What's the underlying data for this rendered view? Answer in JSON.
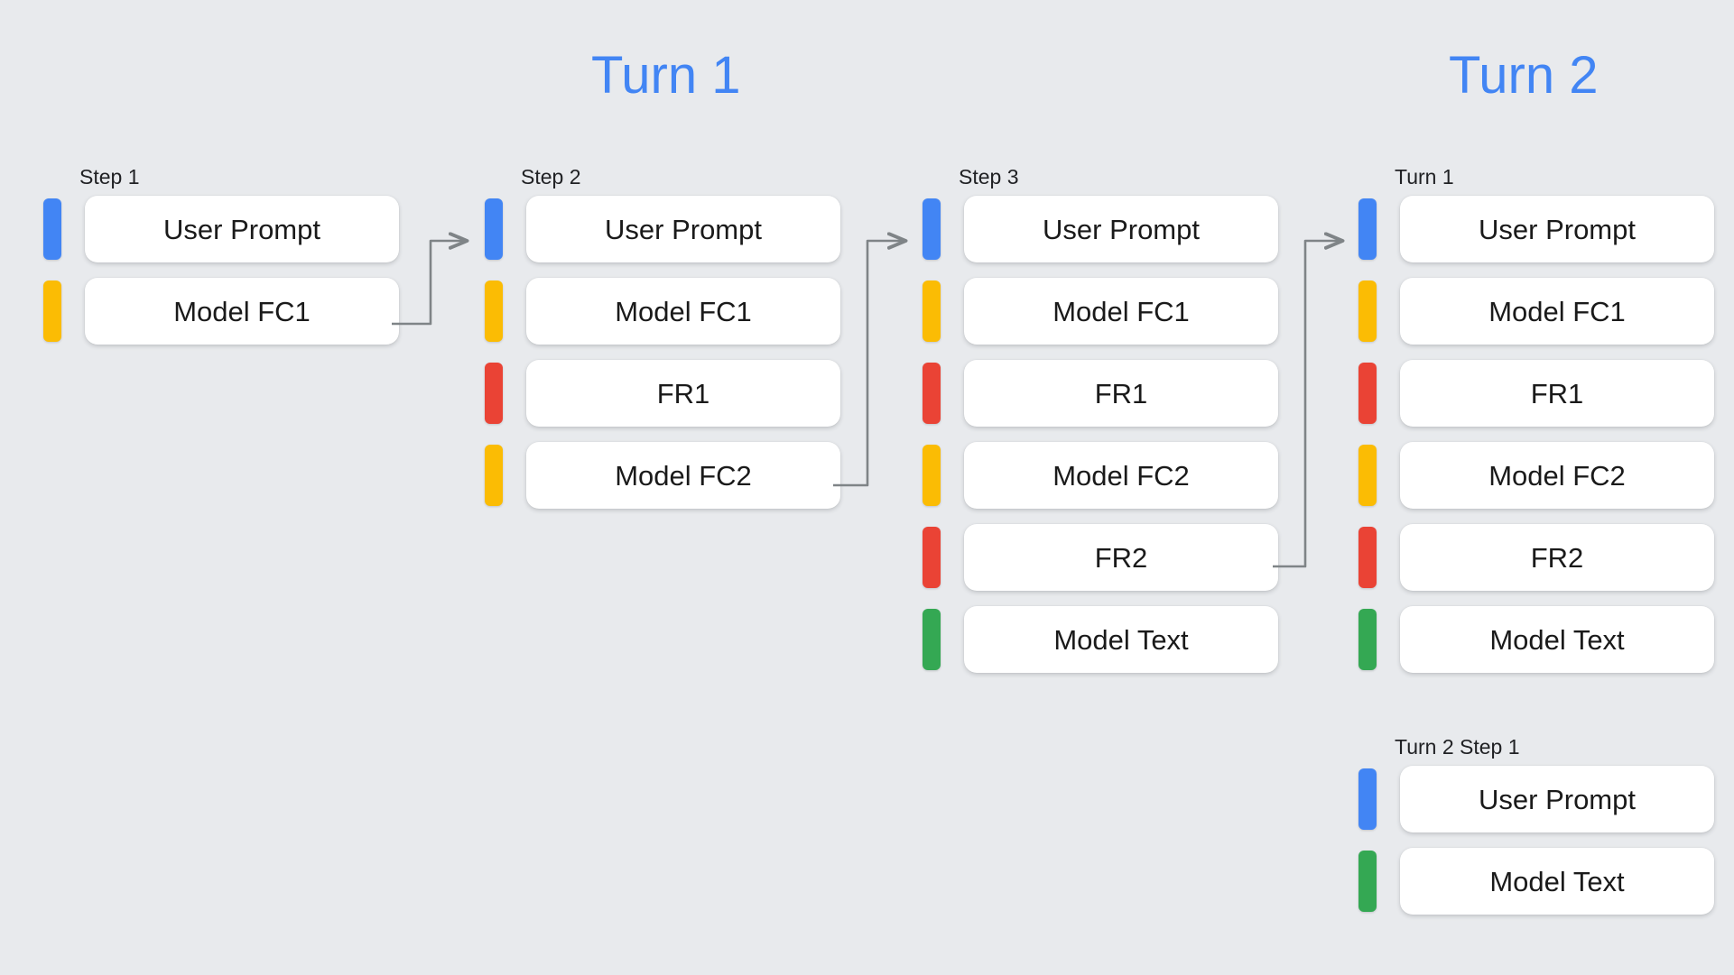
{
  "palette": {
    "background": "#E8EAED",
    "card": "#FFFFFF",
    "title_blue": "#4285F4",
    "bar_blue": "#4285F4",
    "bar_yellow": "#FBBC04",
    "bar_red": "#EA4335",
    "bar_green": "#34A853",
    "connector_gray": "#7F8487",
    "label_text": "#202124"
  },
  "titles": {
    "turn1": "Turn 1",
    "turn2": "Turn 2"
  },
  "groups": {
    "step1": {
      "label": "Step 1",
      "rows": [
        {
          "label": "User Prompt",
          "color": "bar-blue"
        },
        {
          "label": "Model FC1",
          "color": "bar-yellow"
        }
      ]
    },
    "step2": {
      "label": "Step 2",
      "rows": [
        {
          "label": "User Prompt",
          "color": "bar-blue"
        },
        {
          "label": "Model FC1",
          "color": "bar-yellow"
        },
        {
          "label": "FR1",
          "color": "bar-red"
        },
        {
          "label": "Model FC2",
          "color": "bar-yellow"
        }
      ]
    },
    "step3": {
      "label": "Step 3",
      "rows": [
        {
          "label": "User Prompt",
          "color": "bar-blue"
        },
        {
          "label": "Model FC1",
          "color": "bar-yellow"
        },
        {
          "label": "FR1",
          "color": "bar-red"
        },
        {
          "label": "Model FC2",
          "color": "bar-yellow"
        },
        {
          "label": "FR2",
          "color": "bar-red"
        },
        {
          "label": "Model Text",
          "color": "bar-green"
        }
      ]
    },
    "turn2_turn1": {
      "label": "Turn 1",
      "rows": [
        {
          "label": "User Prompt",
          "color": "bar-blue"
        },
        {
          "label": "Model FC1",
          "color": "bar-yellow"
        },
        {
          "label": "FR1",
          "color": "bar-red"
        },
        {
          "label": "Model FC2",
          "color": "bar-yellow"
        },
        {
          "label": "FR2",
          "color": "bar-red"
        },
        {
          "label": "Model Text",
          "color": "bar-green"
        }
      ]
    },
    "turn2_step1": {
      "label": "Turn 2 Step 1",
      "rows": [
        {
          "label": "User Prompt",
          "color": "bar-blue"
        },
        {
          "label": "Model Text",
          "color": "bar-green"
        }
      ]
    }
  }
}
